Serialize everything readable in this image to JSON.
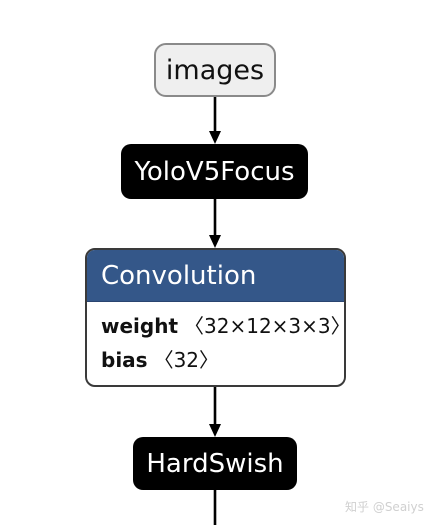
{
  "nodes": {
    "input": {
      "label": "images"
    },
    "focus": {
      "label": "YoloV5Focus"
    },
    "convolution": {
      "title": "Convolution",
      "attributes": [
        {
          "name": "weight",
          "value": "〈32×12×3×3〉"
        },
        {
          "name": "bias",
          "value": "〈32〉"
        }
      ]
    },
    "activation": {
      "label": "HardSwish"
    }
  },
  "watermark": "知乎 @Seaiys"
}
